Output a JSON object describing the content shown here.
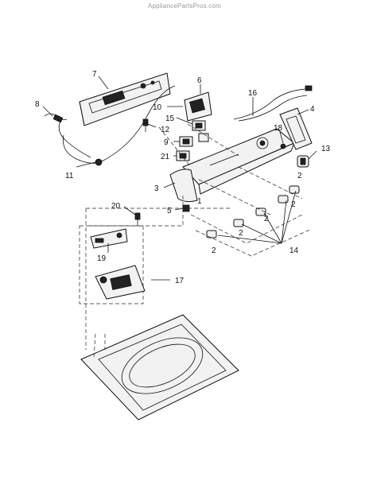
{
  "watermark": "AppliancePartsPros.com",
  "callouts": {
    "c1": "1",
    "c2a": "2",
    "c2b": "2",
    "c2c": "2",
    "c2d": "2",
    "c2e": "2",
    "c3": "3",
    "c4": "4",
    "c5": "5",
    "c6": "6",
    "c7": "7",
    "c8": "8",
    "c9": "9",
    "c10": "10",
    "c11": "11",
    "c12": "12",
    "c13": "13",
    "c14": "14",
    "c15": "15",
    "c16": "16",
    "c17": "17",
    "c18": "18",
    "c19": "19",
    "c20": "20",
    "c21": "21"
  }
}
